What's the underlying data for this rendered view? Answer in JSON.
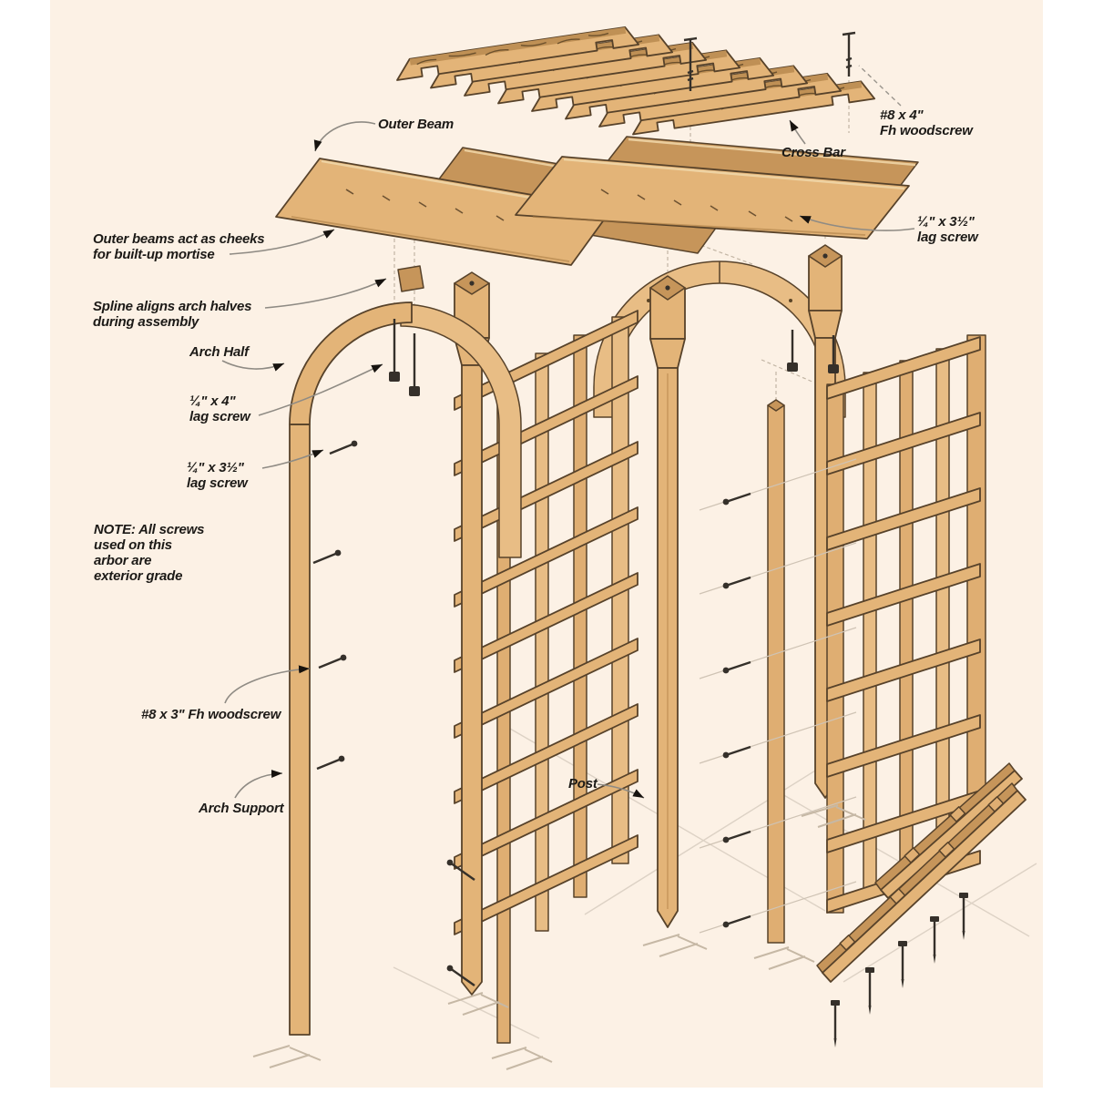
{
  "figure_type": "woodworking-exploded-assembly-diagram",
  "subject": "garden arbor with trellis panels",
  "palette": {
    "background": "#fcf1e5",
    "page_margin": "#ffffff",
    "wood_face": "#e3b478",
    "wood_light": "#f0d7a9",
    "wood_dark": "#c6955a",
    "wood_deep": "#a87a42",
    "outline": "#57422a",
    "label_text": "#1c1a17",
    "leader_line": "#8f8b84",
    "screw": "#35302a"
  },
  "labels": {
    "outer_beam": "Outer Beam",
    "cross_bar": "Cross Bar",
    "woodscrew_top_1": "#8 x 4\"",
    "woodscrew_top_2": "Fh woodscrew",
    "lag_right_1": "¼\"  x 3½\"",
    "lag_right_2": "lag screw",
    "cheeks_1": "Outer beams act as cheeks",
    "cheeks_2": "for built-up mortise",
    "spline_1": "Spline aligns arch halves",
    "spline_2": "during assembly",
    "arch_half": "Arch Half",
    "lag4_1": "¼\"  x 4\"",
    "lag4_2": "lag screw",
    "lag_left_1": "¼\"  x 3½\"",
    "lag_left_2": "lag screw",
    "note_1": "NOTE: All screws",
    "note_2": "used on this",
    "note_3": "arbor are",
    "note_4": "exterior grade",
    "woodscrew_bottom": "#8 x 3\" Fh woodscrew",
    "arch_support": "Arch Support",
    "post": "Post"
  }
}
